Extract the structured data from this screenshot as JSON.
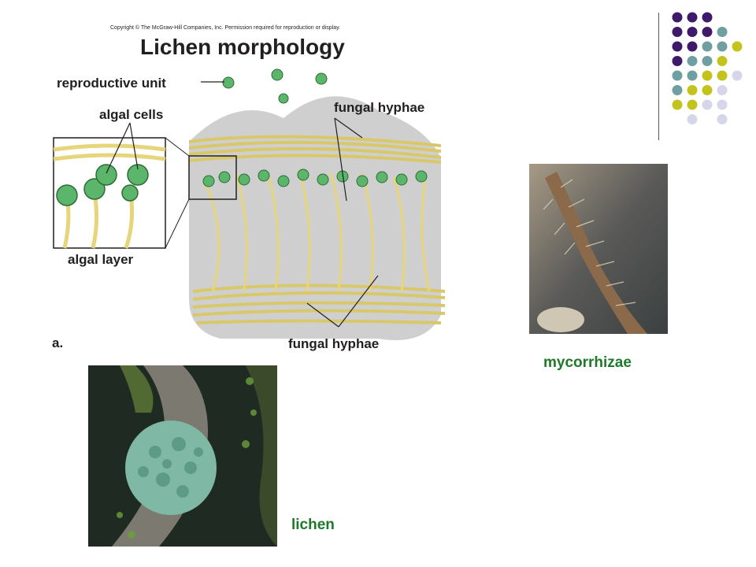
{
  "slide": {
    "copyright": "Copyright © The McGraw-Hill Companies, Inc. Permission required for reproduction or display.",
    "title": "Lichen morphology",
    "diagram_labels": {
      "reproductive_unit": "reproductive unit",
      "algal_cells": "algal cells",
      "fungal_hyphae_top": "fungal hyphae",
      "algal_layer": "algal layer",
      "fungal_hyphae_bottom": "fungal hyphae",
      "panel_letter": "a."
    },
    "captions": {
      "mycorrhizae": "mycorrhizae",
      "lichen": "lichen"
    }
  },
  "theme": {
    "dot_colors": [
      "#3f1a6b",
      "#6f9fa0",
      "#c3c31e",
      "#d6d6ea"
    ],
    "caption_color": "#1e7a2a",
    "hyphae_color": "#f0e08a",
    "algae_color": "#5bb56a"
  }
}
